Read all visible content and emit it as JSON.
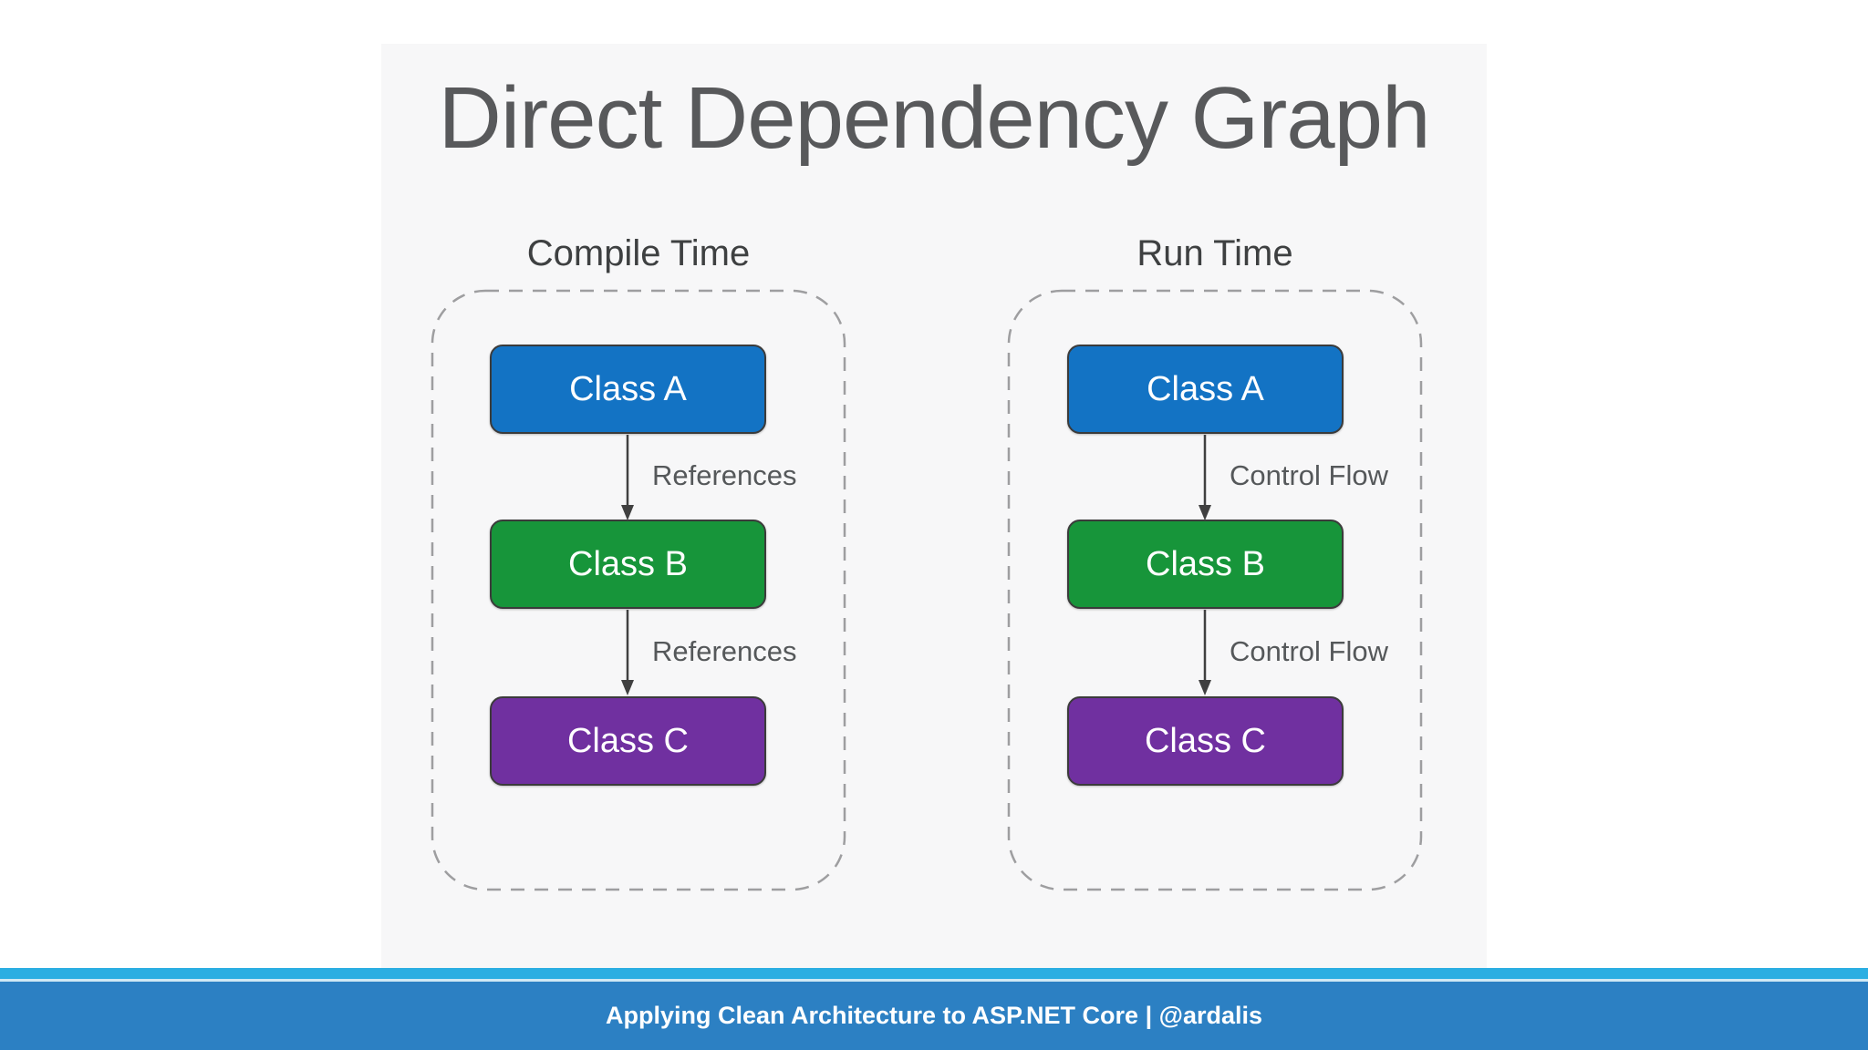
{
  "slide": {
    "title": "Direct Dependency Graph",
    "background_color": "#ffffff",
    "panel_background_color": "#f7f7f8"
  },
  "diagram": {
    "groups": [
      {
        "id": "compile-time",
        "label": "Compile Time",
        "nodes": [
          {
            "label": "Class A",
            "color": "#1373c4"
          },
          {
            "label": "Class B",
            "color": "#17953a"
          },
          {
            "label": "Class C",
            "color": "#7030a0"
          }
        ],
        "edges": [
          {
            "from": "Class A",
            "to": "Class B",
            "label": "References"
          },
          {
            "from": "Class B",
            "to": "Class C",
            "label": "References"
          }
        ]
      },
      {
        "id": "run-time",
        "label": "Run Time",
        "nodes": [
          {
            "label": "Class A",
            "color": "#1373c4"
          },
          {
            "label": "Class B",
            "color": "#17953a"
          },
          {
            "label": "Class C",
            "color": "#7030a0"
          }
        ],
        "edges": [
          {
            "from": "Class A",
            "to": "Class B",
            "label": "Control Flow"
          },
          {
            "from": "Class B",
            "to": "Class C",
            "label": "Control Flow"
          }
        ]
      }
    ],
    "styles": {
      "dashed_border_color": "#9e9ea0",
      "arrow_color": "#404040"
    }
  },
  "footer": {
    "text": "Applying Clean Architecture to ASP.NET Core | @ardalis",
    "accent_strip_color": "#2baee2",
    "bar_color": "#2c80c3"
  }
}
